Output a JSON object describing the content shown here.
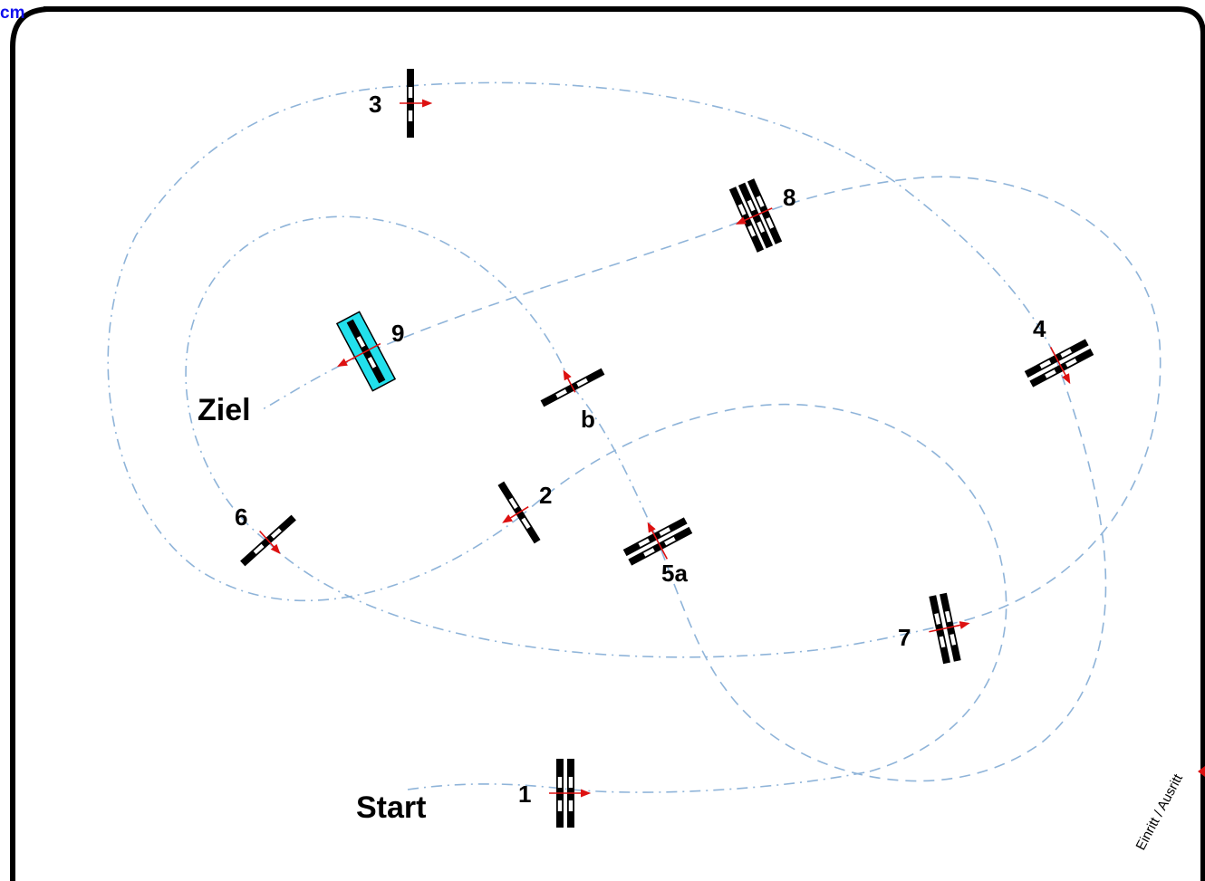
{
  "corner_unit": "cm",
  "start_label": "Start",
  "finish_label": "Ziel",
  "gate_note": "Einritt / Ausritt",
  "colors": {
    "path": "#8fb4d9",
    "arrow": "#dd1111",
    "border": "#000000",
    "highlight": "#22e0ec",
    "corner_text": "#1010ee"
  },
  "obstacles": [
    {
      "id": "1",
      "label": "1"
    },
    {
      "id": "2",
      "label": "2"
    },
    {
      "id": "3",
      "label": "3"
    },
    {
      "id": "4",
      "label": "4"
    },
    {
      "id": "5a",
      "label": "5a"
    },
    {
      "id": "b",
      "label": "b"
    },
    {
      "id": "6",
      "label": "6"
    },
    {
      "id": "7",
      "label": "7"
    },
    {
      "id": "8",
      "label": "8"
    },
    {
      "id": "9",
      "label": "9"
    }
  ]
}
